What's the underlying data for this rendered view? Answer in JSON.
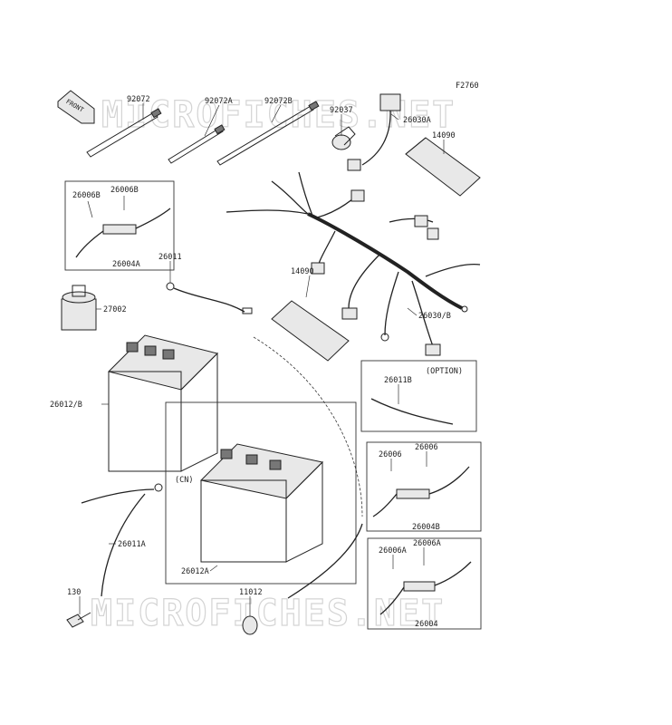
{
  "figure_code": "F2760",
  "watermark": "MICROFICHES.NET",
  "front_arrow_label": "FRONT",
  "boxes": {
    "option_label": "(OPTION)",
    "cn_label": "(CN)"
  },
  "callouts": [
    "92072",
    "92072A",
    "92072B",
    "92037",
    "26030A",
    "14090",
    "26006B",
    "26006B",
    "26004A",
    "26011",
    "27002",
    "14090",
    "26030/B",
    "26012/B",
    "26011B",
    "26006",
    "26006",
    "26004B",
    "26011A",
    "26012A",
    "26006A",
    "26006A",
    "130",
    "11012",
    "26004"
  ]
}
